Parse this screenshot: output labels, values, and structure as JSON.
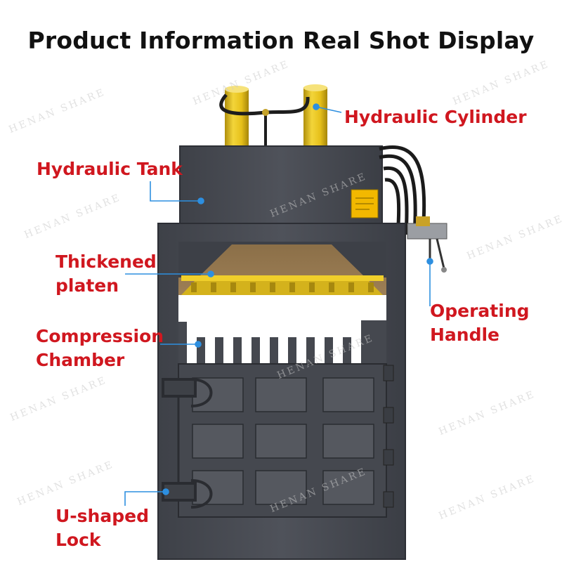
{
  "title": "Product Information Real Shot Display",
  "labels": {
    "hydraulic_cylinder": "Hydraulic Cylinder",
    "hydraulic_tank": "Hydraulic Tank",
    "thickened_platen": [
      "Thickened",
      "platen"
    ],
    "operating_handle": [
      "Operating",
      "Handle"
    ],
    "compression_chamber": [
      "Compression",
      "Chamber"
    ],
    "u_shaped_lock": [
      "U-shaped",
      "Lock"
    ]
  },
  "watermark": "HENAN SHARE",
  "colors": {
    "label_red": "#d0171f",
    "pointer_blue": "#2d8fe0",
    "machine_gray": "#4a4d54",
    "cylinder_yellow": "#e7c21d",
    "warning_label": "#f2b800"
  }
}
